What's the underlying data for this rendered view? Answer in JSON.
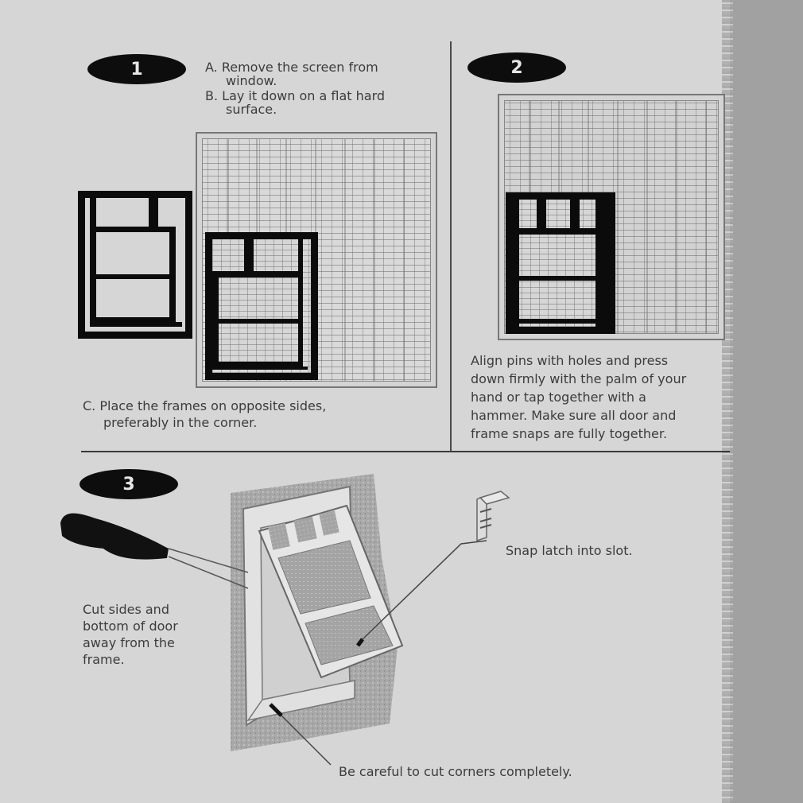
{
  "steps": [
    {
      "number": "1",
      "instructions": {
        "a_line1": "A. Remove the screen from",
        "a_line2": "window.",
        "b_line1": "B. Lay it down on a flat hard",
        "b_line2": "surface.",
        "c_line1": "C. Place the frames on opposite sides,",
        "c_line2": "preferably in the corner."
      },
      "illustration": "door-frames-beside-screen"
    },
    {
      "number": "2",
      "instructions": {
        "line1": "Align pins with holes and press",
        "line2": "down firmly with the palm of your",
        "line3": "hand or tap together with a",
        "line4": "hammer. Make sure all door and",
        "line5": "frame snaps are fully together."
      },
      "illustration": "frames-pressed-on-screen"
    },
    {
      "number": "3",
      "instructions": {
        "cut_line1": "Cut sides and",
        "cut_line2": "bottom of door",
        "cut_line3": "away from the",
        "cut_line4": "frame.",
        "latch": "Snap latch into slot.",
        "corners": "Be careful to cut corners completely."
      },
      "illustration": "installed-flap-door-with-knife-and-latch"
    }
  ],
  "colors": {
    "background": "#d6d6d6",
    "ink": "#0b0b0b",
    "text": "#3c3c3c",
    "margin_shade": "#a1a1a1"
  }
}
